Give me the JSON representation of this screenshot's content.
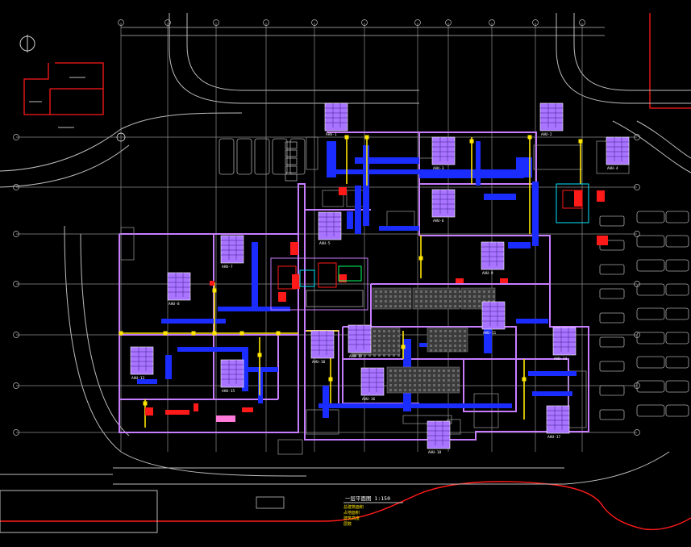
{
  "drawing": {
    "background": "#000000",
    "colors": {
      "grid": "#9a9a9a",
      "road": "#bdbdbd",
      "wall": "#c77dff",
      "duct": "#1b2cff",
      "pipe_yellow": "#ffe600",
      "red": "#ff1a1a",
      "tag_text": "#ffffff",
      "equipment": "#8a8a8a"
    },
    "legend": {
      "title": "一层平面图 1:150",
      "lines": [
        "总建筑面积 ",
        "占地面积 ",
        "建筑高度 ",
        "层数 "
      ]
    },
    "equipment_tags": [
      {
        "name": "tag-ahu-01",
        "text": "AHU-1"
      },
      {
        "name": "tag-ahu-02",
        "text": "AHU-2"
      },
      {
        "name": "tag-ahu-03",
        "text": "AHU-3"
      },
      {
        "name": "tag-ahu-04",
        "text": "AHU-4"
      },
      {
        "name": "tag-ahu-05",
        "text": "AHU-5"
      },
      {
        "name": "tag-ahu-06",
        "text": "AHU-6"
      },
      {
        "name": "tag-ahu-07",
        "text": "AHU-7"
      },
      {
        "name": "tag-ahu-08",
        "text": "AHU-8"
      },
      {
        "name": "tag-ahu-09",
        "text": "AHU-9"
      },
      {
        "name": "tag-ahu-10",
        "text": "AHU-10"
      },
      {
        "name": "tag-ahu-11",
        "text": "AHU-11"
      },
      {
        "name": "tag-ahu-12",
        "text": "AHU-12"
      },
      {
        "name": "tag-ahu-13",
        "text": "AHU-13"
      },
      {
        "name": "tag-ahu-14",
        "text": "AHU-14"
      },
      {
        "name": "tag-ahu-15",
        "text": "AHU-15"
      },
      {
        "name": "tag-ahu-16",
        "text": "AHU-16"
      },
      {
        "name": "tag-ahu-17",
        "text": "AHU-17"
      },
      {
        "name": "tag-ahu-18",
        "text": "AHU-18"
      }
    ]
  }
}
